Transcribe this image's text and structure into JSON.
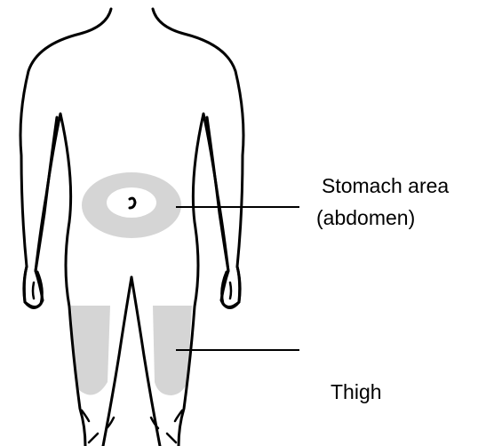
{
  "labels": {
    "stomach_line1": "Stomach area",
    "stomach_line2": "(abdomen)",
    "thigh": "Thigh"
  },
  "colors": {
    "outline": "#000000",
    "injection_zone": "#d5d5d5",
    "background": "#ffffff"
  }
}
